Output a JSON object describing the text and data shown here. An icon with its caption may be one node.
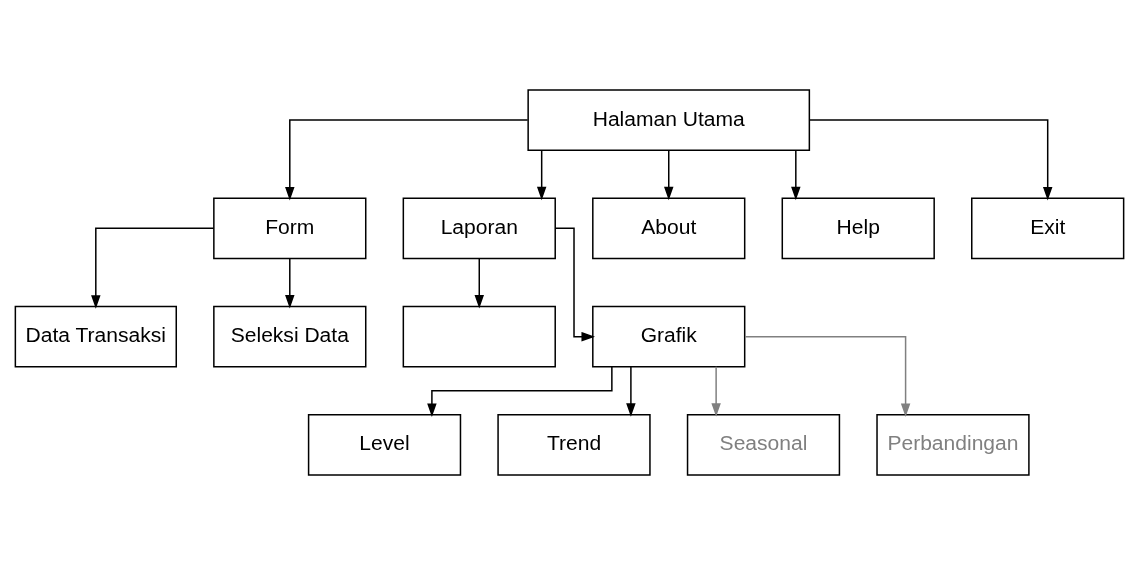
{
  "diagram": {
    "nodes": [
      {
        "text": [
          "Halaman Utama"
        ]
      },
      {
        "text": [
          "Form"
        ]
      },
      {
        "text": [
          "Laporan"
        ]
      },
      {
        "text": [
          "About"
        ]
      },
      {
        "text": [
          "Help"
        ]
      },
      {
        "text": [
          "Exit"
        ]
      },
      {
        "text": [
          "Data Transaksi"
        ]
      },
      {
        "text": [
          "Seleksi Data"
        ]
      },
      {
        "text": [],
        "shape": "box"
      },
      {
        "text": [
          "Grafik"
        ]
      },
      {
        "text": [
          "Level"
        ]
      },
      {
        "text": [
          "Trend"
        ]
      },
      {
        "text": [
          "Seasonal"
        ]
      },
      {
        "text": [
          "Perbandingan"
        ]
      }
    ],
    "edges": [
      {
        "from": 0,
        "to": 1,
        "arrow": "to"
      },
      {
        "from": 0,
        "to": 2,
        "arrow": "to"
      },
      {
        "from": 0,
        "to": 3,
        "arrow": "to"
      },
      {
        "from": 0,
        "to": 4,
        "arrow": "to"
      },
      {
        "from": 0,
        "to": 5,
        "arrow": "to"
      },
      {
        "from": 1,
        "to": 6,
        "arrow": "to"
      },
      {
        "from": 1,
        "to": 7,
        "arrow": "to"
      },
      {
        "from": 2,
        "to": 8,
        "arrow": "to"
      },
      {
        "from": 2,
        "to": 9,
        "arrow": "to"
      },
      {
        "from": 9,
        "to": 10,
        "arrow": "to"
      },
      {
        "from": 9,
        "to": 11,
        "arrow": "to"
      },
      {
        "from": 9,
        "to": 12,
        "arrow": "to",
        "color": "#808080"
      },
      {
        "from": 9,
        "to": 13,
        "arrow": "to",
        "color": "#808080"
      }
    ]
  }
}
